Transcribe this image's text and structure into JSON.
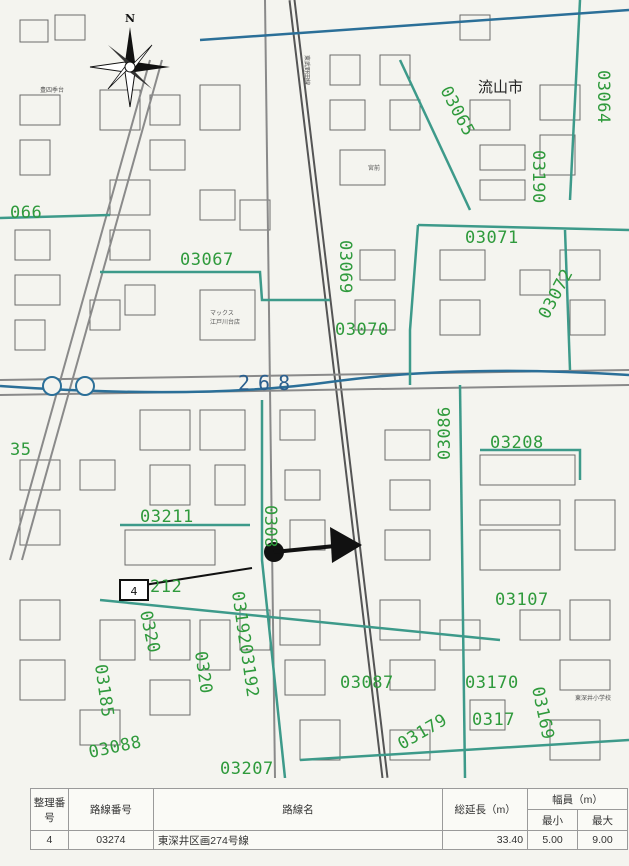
{
  "compass": {
    "label": "N"
  },
  "city": {
    "name": "流山市"
  },
  "route": {
    "number": "268"
  },
  "marker": {
    "label": "4"
  },
  "road_codes": [
    {
      "text": "03065"
    },
    {
      "text": "03064"
    },
    {
      "text": "03190"
    },
    {
      "text": "066"
    },
    {
      "text": "03071"
    },
    {
      "text": "03067"
    },
    {
      "text": "03069"
    },
    {
      "text": "03072"
    },
    {
      "text": "03070"
    },
    {
      "text": "35"
    },
    {
      "text": "03208"
    },
    {
      "text": "03211"
    },
    {
      "text": "03086"
    },
    {
      "text": "0308"
    },
    {
      "text": "212"
    },
    {
      "text": "03107"
    },
    {
      "text": "0320"
    },
    {
      "text": "03192"
    },
    {
      "text": "03192"
    },
    {
      "text": "0320"
    },
    {
      "text": "03185"
    },
    {
      "text": "03087"
    },
    {
      "text": "03170"
    },
    {
      "text": "03169"
    },
    {
      "text": "03088"
    },
    {
      "text": "03179"
    },
    {
      "text": "0317"
    },
    {
      "text": "03207"
    }
  ],
  "small_labels": [
    {
      "text": "豊四季台"
    },
    {
      "text": "東武野田線"
    },
    {
      "text": "マックス"
    },
    {
      "text": "江戸川台店"
    },
    {
      "text": "宮前"
    },
    {
      "text": "東深井小学校"
    }
  ],
  "legend": {
    "headers": {
      "seq": "整理番号",
      "code": "路線番号",
      "name": "路線名",
      "length": "総延長（m）",
      "width": "幅員（m）",
      "min": "最小",
      "max": "最大"
    },
    "rows": [
      {
        "seq": "4",
        "code": "03274",
        "name": "東深井区画274号線",
        "length": "33.40",
        "min": "5.00",
        "max": "9.00"
      }
    ]
  }
}
